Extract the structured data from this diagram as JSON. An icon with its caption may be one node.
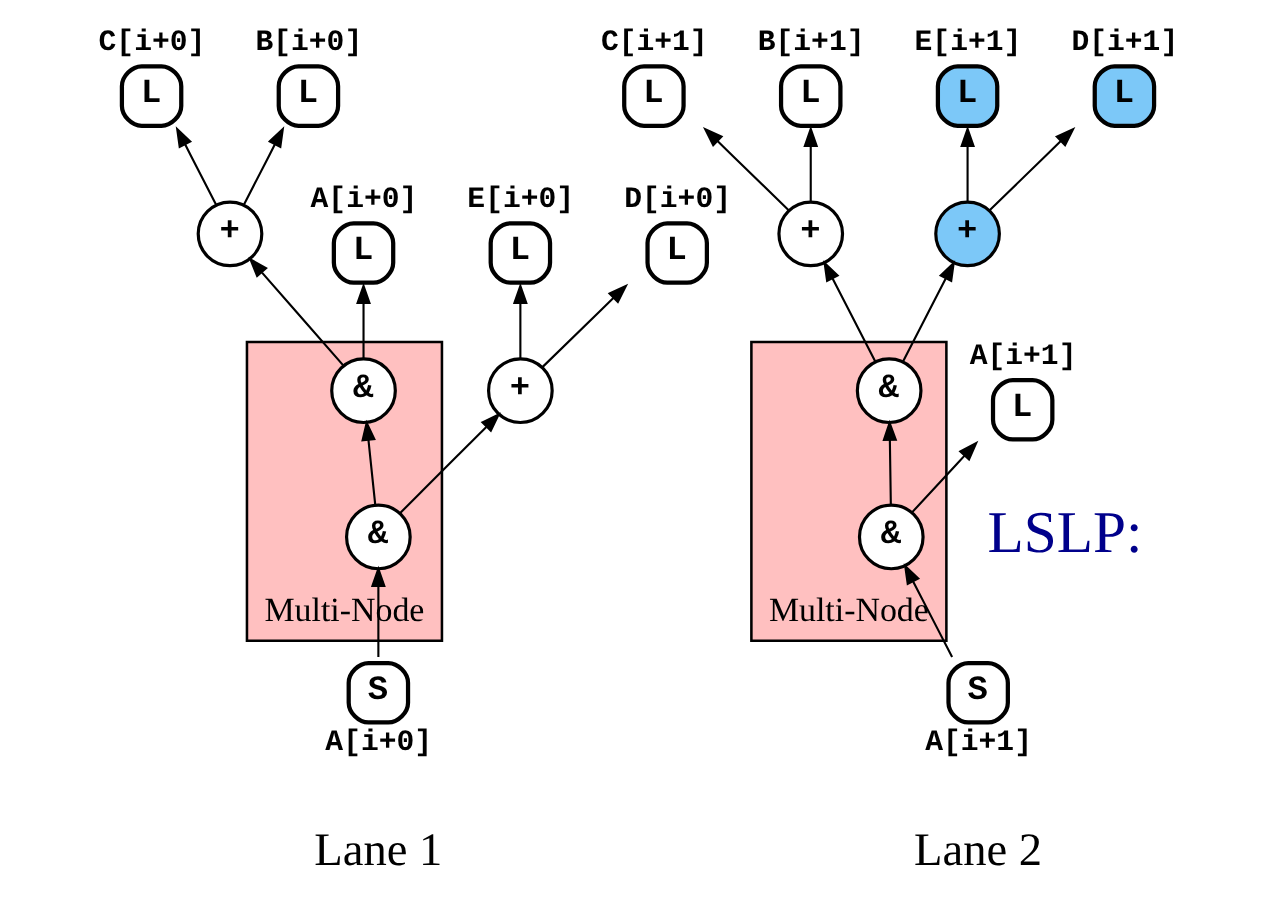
{
  "diagram": {
    "nodes": [
      {
        "text": [
          "L"
        ],
        "beside": [
          "C[i+0]"
        ]
      },
      {
        "text": [
          "L"
        ],
        "beside": [
          "B[i+0]"
        ]
      },
      {
        "text": [
          "+"
        ]
      },
      {
        "text": [
          "L"
        ],
        "beside": [
          "A[i+0]"
        ]
      },
      {
        "text": [
          "L"
        ],
        "beside": [
          "E[i+0]"
        ]
      },
      {
        "text": [
          "L"
        ],
        "beside": [
          "D[i+0]"
        ]
      },
      {
        "text": [
          "+"
        ]
      },
      {
        "text": [
          "Multi-Node"
        ]
      },
      {
        "text": [
          "&"
        ],
        "in": 7
      },
      {
        "text": [
          "&"
        ],
        "in": 7
      },
      {
        "text": [
          "S"
        ],
        "beside": [
          "A[i+0]"
        ]
      },
      {
        "text": [
          "L"
        ],
        "beside": [
          "C[i+1]"
        ]
      },
      {
        "text": [
          "L"
        ],
        "beside": [
          "B[i+1]"
        ]
      },
      {
        "text": [
          "L"
        ],
        "beside": [
          "E[i+1]"
        ]
      },
      {
        "text": [
          "L"
        ],
        "beside": [
          "D[i+1]"
        ]
      },
      {
        "text": [
          "+"
        ]
      },
      {
        "text": [
          "+"
        ]
      },
      {
        "text": [
          "L"
        ],
        "beside": [
          "A[i+1]"
        ]
      },
      {
        "text": [
          "Multi-Node"
        ]
      },
      {
        "text": [
          "&"
        ],
        "in": 18
      },
      {
        "text": [
          "&"
        ],
        "in": 18
      },
      {
        "text": [
          "S"
        ],
        "beside": [
          "A[i+1]"
        ]
      }
    ],
    "edges": [
      {
        "from": 10,
        "to": 9,
        "arrow": "to"
      },
      {
        "from": 9,
        "to": 8,
        "arrow": "to"
      },
      {
        "from": 9,
        "to": 6,
        "arrow": "to"
      },
      {
        "from": 8,
        "to": 2,
        "arrow": "to"
      },
      {
        "from": 8,
        "to": 3,
        "arrow": "to"
      },
      {
        "from": 2,
        "to": 0,
        "arrow": "to"
      },
      {
        "from": 2,
        "to": 1,
        "arrow": "to"
      },
      {
        "from": 6,
        "to": 4,
        "arrow": "to"
      },
      {
        "from": 6,
        "to": 5,
        "arrow": "to"
      },
      {
        "from": 21,
        "to": 20,
        "arrow": "to"
      },
      {
        "from": 20,
        "to": 19,
        "arrow": "to"
      },
      {
        "from": 20,
        "to": 17,
        "arrow": "to"
      },
      {
        "from": 19,
        "to": 15,
        "arrow": "to"
      },
      {
        "from": 19,
        "to": 16,
        "arrow": "to"
      },
      {
        "from": 15,
        "to": 11,
        "arrow": "to"
      },
      {
        "from": 15,
        "to": 12,
        "arrow": "to"
      },
      {
        "from": 16,
        "to": 13,
        "arrow": "to"
      },
      {
        "from": 16,
        "to": 14,
        "arrow": "to"
      }
    ],
    "labels": [
      "LSLP:",
      "Lane 1",
      "Lane 2"
    ]
  }
}
